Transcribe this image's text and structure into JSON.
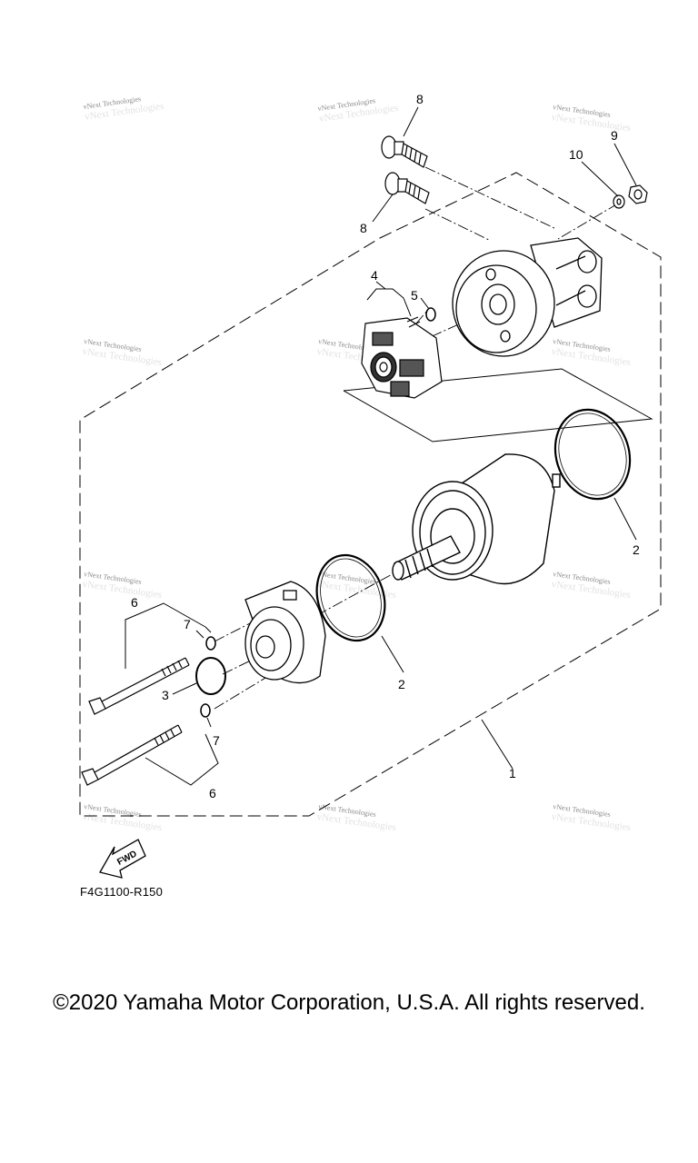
{
  "diagram": {
    "figure_code": "F4G1100-R150",
    "fwd_label": "FWD",
    "watermark": "vNext Technologies",
    "callouts": {
      "c1": "1",
      "c2a": "2",
      "c2b": "2",
      "c3": "3",
      "c4": "4",
      "c5": "5",
      "c6a": "6",
      "c6b": "6",
      "c7a": "7",
      "c7b": "7",
      "c8a": "8",
      "c8b": "8",
      "c9": "9",
      "c10": "10"
    }
  },
  "footer": {
    "copyright": "©2020 Yamaha Motor Corporation, U.S.A. All rights reserved."
  }
}
